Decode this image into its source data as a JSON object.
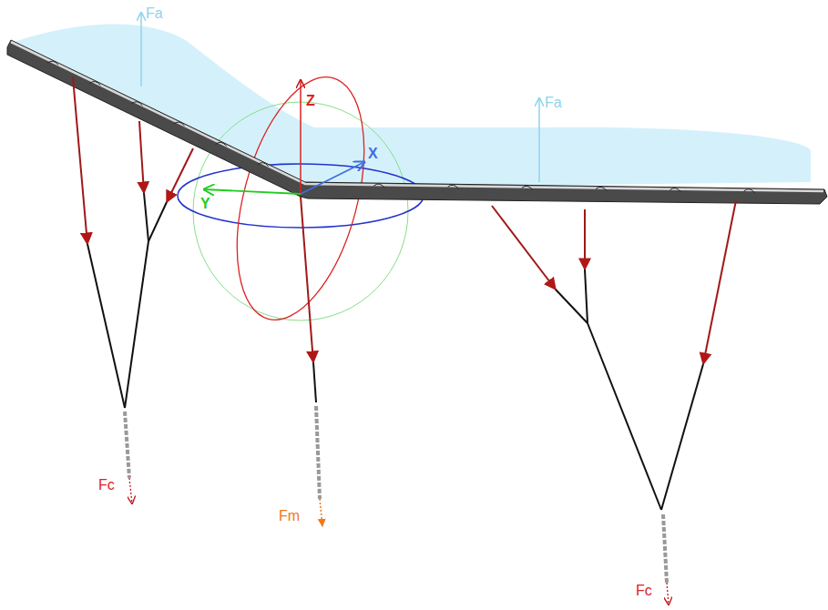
{
  "diagram": {
    "labels": [
      "Fa",
      "Z",
      "Fa",
      "X",
      "Y",
      "Fc",
      "Fm",
      "Fc"
    ]
  }
}
